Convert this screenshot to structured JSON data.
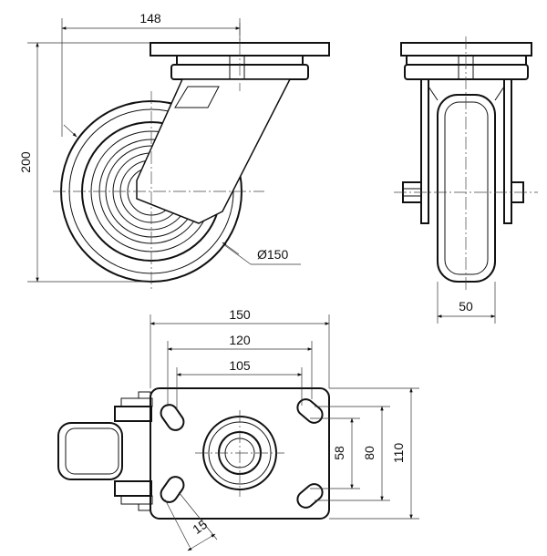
{
  "drawing": {
    "type": "technical drawing - swivel castor",
    "dimensions": {
      "top_plate_offset": "148",
      "overall_height": "200",
      "wheel_diameter": "Ø150",
      "wheel_width": "50",
      "plate_length": "150",
      "bolt_spacing_outer": "120",
      "bolt_spacing_inner": "105",
      "plate_width": "110",
      "bolt_spacing_width_outer": "80",
      "bolt_spacing_width_inner": "58",
      "slot_width": "15"
    }
  }
}
